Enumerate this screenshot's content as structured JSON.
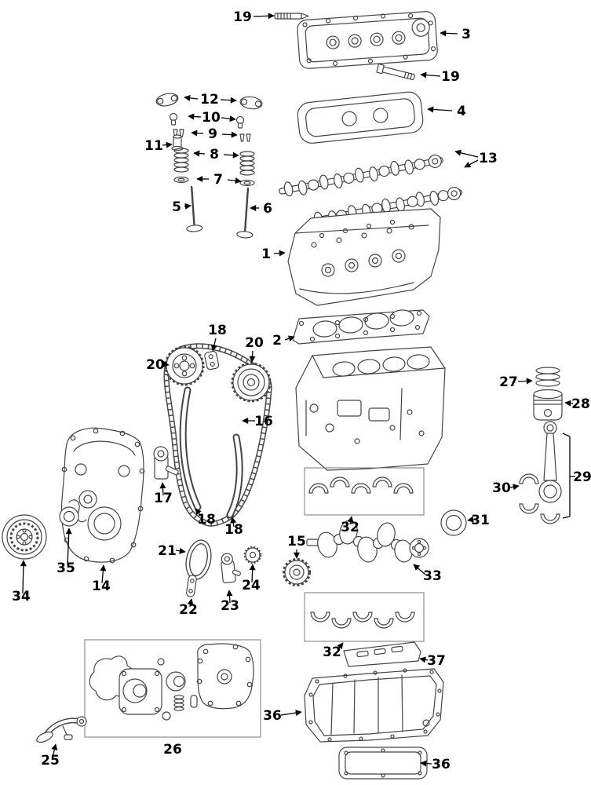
{
  "diagram": {
    "type": "exploded-parts-diagram",
    "background": "#ffffff"
  },
  "colors": {
    "line": "#454545",
    "chain": "#4a4a4a",
    "label": "#000000",
    "group_box": "#777777",
    "background": "#ffffff"
  },
  "callouts": [
    {
      "label": "19"
    },
    {
      "label": "3"
    },
    {
      "label": "19"
    },
    {
      "label": "4"
    },
    {
      "label": "12"
    },
    {
      "label": "10"
    },
    {
      "label": "9"
    },
    {
      "label": "8"
    },
    {
      "label": "11"
    },
    {
      "label": "7"
    },
    {
      "label": "5"
    },
    {
      "label": "6"
    },
    {
      "label": "13"
    },
    {
      "label": "1"
    },
    {
      "label": "2"
    },
    {
      "label": "18"
    },
    {
      "label": "20"
    },
    {
      "label": "20"
    },
    {
      "label": "16"
    },
    {
      "label": "27"
    },
    {
      "label": "28"
    },
    {
      "label": "29"
    },
    {
      "label": "30"
    },
    {
      "label": "17"
    },
    {
      "label": "18"
    },
    {
      "label": "18"
    },
    {
      "label": "31"
    },
    {
      "label": "32"
    },
    {
      "label": "14"
    },
    {
      "label": "35"
    },
    {
      "label": "34"
    },
    {
      "label": "21"
    },
    {
      "label": "22"
    },
    {
      "label": "23"
    },
    {
      "label": "24"
    },
    {
      "label": "15"
    },
    {
      "label": "33"
    },
    {
      "label": "32"
    },
    {
      "label": "37"
    },
    {
      "label": "26"
    },
    {
      "label": "25"
    },
    {
      "label": "36"
    },
    {
      "label": "36"
    }
  ]
}
